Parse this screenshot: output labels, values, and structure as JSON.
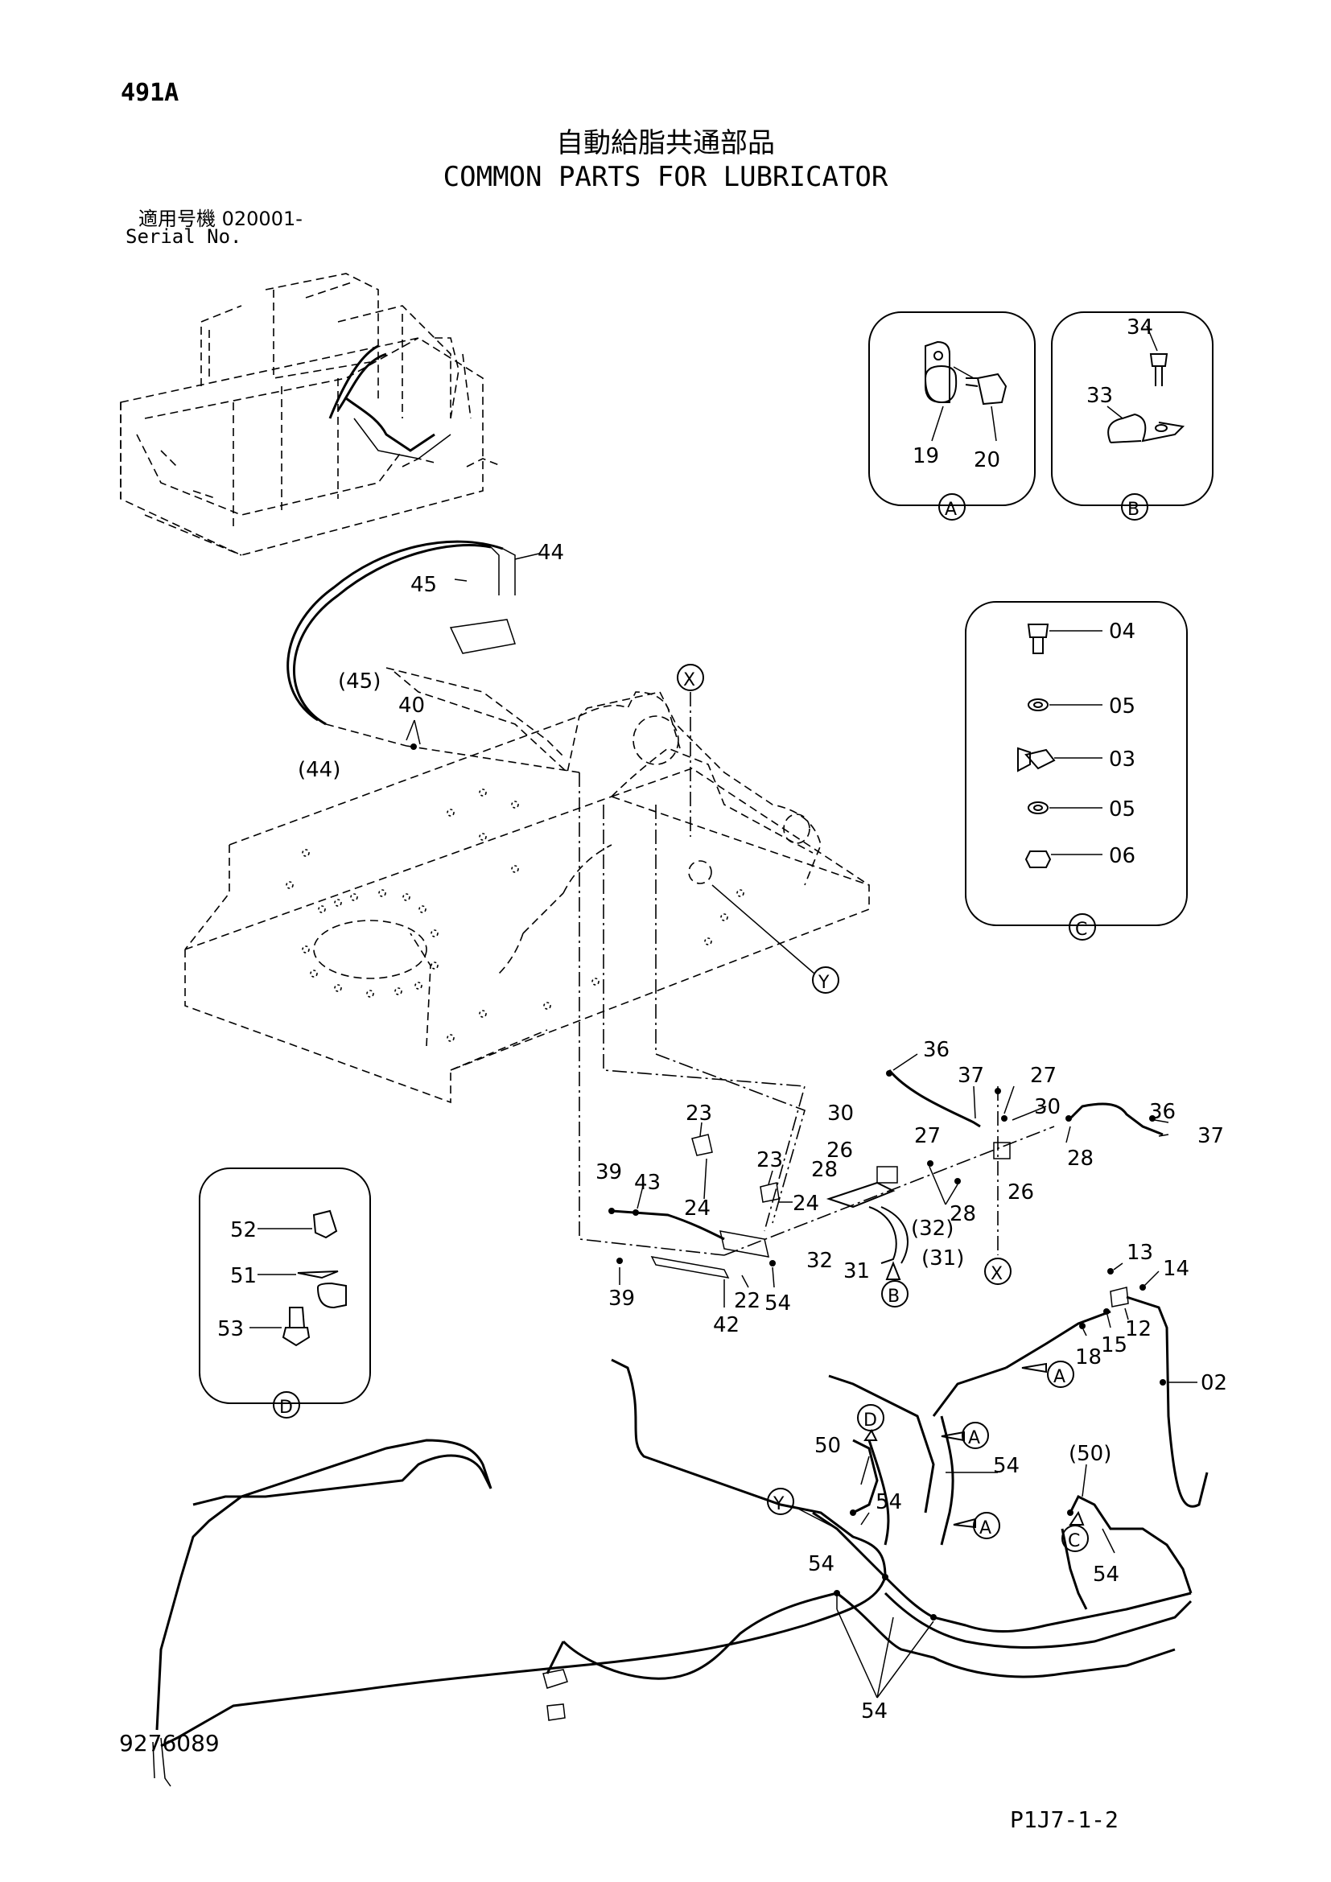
{
  "header": {
    "page_number": "491A",
    "title_jp": "自動給脂共通部品",
    "title_en": "COMMON PARTS FOR LUBRICATOR",
    "serial_label_jp": "適用号機  020001-",
    "serial_label_en": "Serial No."
  },
  "footer": {
    "document_number": "9276089",
    "page_reference": "P1J7-1-2"
  },
  "detail_views": {
    "A": {
      "letter": "A",
      "parts": [
        "19",
        "20"
      ]
    },
    "B": {
      "letter": "B",
      "parts": [
        "33",
        "34"
      ]
    },
    "C": {
      "letter": "C",
      "parts": [
        "04",
        "05",
        "03",
        "05",
        "06"
      ]
    },
    "D": {
      "letter": "D",
      "parts": [
        "52",
        "51",
        "53"
      ]
    }
  },
  "reference_markers": [
    "X",
    "Y",
    "X",
    "Y",
    "A",
    "A",
    "A",
    "B",
    "C",
    "D"
  ],
  "callouts": {
    "c44": "44",
    "c45": "45",
    "c45p": "(45)",
    "c44p": "(44)",
    "c40": "40",
    "c36a": "36",
    "c37a": "37",
    "c27a": "27",
    "c30a": "30",
    "c30b": "30",
    "c36b": "36",
    "c37b": "37",
    "c26a": "26",
    "c27b": "27",
    "c28a": "28",
    "c28b": "28",
    "c28c": "28",
    "c26b": "26",
    "c23a": "23",
    "c23b": "23",
    "c39a": "39",
    "c43": "43",
    "c24a": "24",
    "c24b": "24",
    "c32p": "(32)",
    "c32": "32",
    "c31": "31",
    "c31p": "(31)",
    "c39b": "39",
    "c22": "22",
    "c54a": "54",
    "c42": "42",
    "c13": "13",
    "c14": "14",
    "c18": "18",
    "c15": "15",
    "c12": "12",
    "c02": "02",
    "c50": "50",
    "c54b": "54",
    "c54c": "54",
    "c50p": "(50)",
    "c54d": "54",
    "c54e": "54",
    "c54f": "54"
  }
}
